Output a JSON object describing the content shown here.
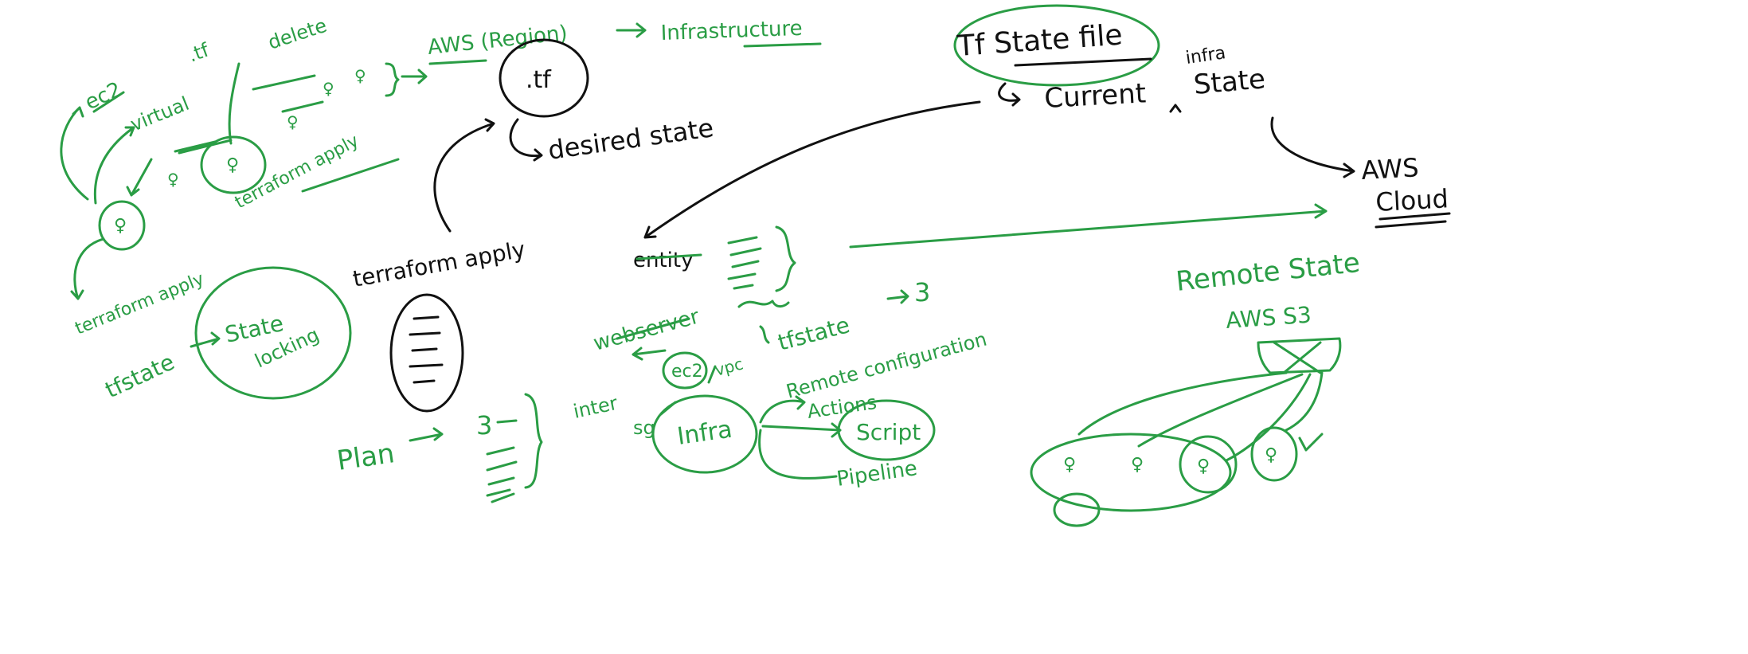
{
  "colors": {
    "green_ink": "#2a9d45",
    "black_ink": "#111111",
    "background": "#ffffff"
  },
  "labels": {
    "tf_ext_top": ".tf",
    "delete": "delete",
    "ec2_top": "ec2",
    "virtual": "virtual",
    "aws_region": "AWS (Region)",
    "infrastructure": "Infrastructure",
    "tf_file": ".tf",
    "desired_state": "desired state",
    "terraform_apply_left_top": "terraform apply",
    "terraform_apply_left": "terraform apply",
    "tfstate_left": "tfstate",
    "state_locking_state": "State",
    "state_locking_locking": "locking",
    "terraform_apply_center": "terraform apply",
    "plan": "Plan",
    "plan_count": "3",
    "tf_state_file": "Tf State file",
    "infra_small": "infra",
    "current_state_current": "Current",
    "current_state_state": "State",
    "aws_cloud_aws": "AWS",
    "aws_cloud_cloud": "Cloud",
    "entity": "entity",
    "webserver": "webserver",
    "tfstate_center": "tfstate",
    "tfstate_count": "3",
    "ec2_center": "ec2",
    "vpc": "vpc",
    "inter": "inter",
    "sg": "sg",
    "infra_center": "Infra",
    "remote_config": "Remote configuration",
    "actions": "Actions",
    "script": "Script",
    "pipeline": "Pipeline",
    "remote_state": "Remote State",
    "aws_s3": "AWS S3"
  }
}
